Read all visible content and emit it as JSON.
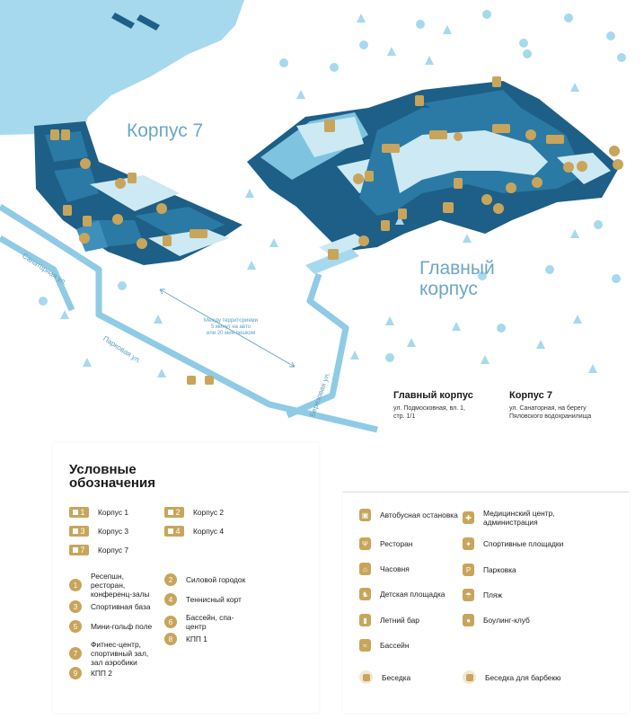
{
  "map": {
    "label_korpus7": "Корпус 7",
    "label_main": [
      "Главный",
      "корпус"
    ],
    "street_sanatornaya": "Санаторная ул.",
    "street_parkovaya": "Парковая ул.",
    "street_berezovaya": "Березовая ул.",
    "transfer_note": [
      "Между территориями",
      "5 минут на авто",
      "или 20 мин пешком"
    ]
  },
  "addresses": [
    {
      "title": "Главный корпус",
      "lines": [
        "ул. Подмосковная, вл. 1,",
        "стр. 1/1"
      ]
    },
    {
      "title": "Корпус 7",
      "lines": [
        "ул. Санаторная, на берегу",
        "Пяловского водохранилища"
      ]
    }
  ],
  "legend": {
    "title": [
      "Условные",
      "обозначения"
    ],
    "buildings": [
      {
        "n": "1",
        "label": "Корпус 1"
      },
      {
        "n": "2",
        "label": "Корпус 2"
      },
      {
        "n": "3",
        "label": "Корпус 3"
      },
      {
        "n": "4",
        "label": "Корпус 4"
      },
      {
        "n": "7",
        "label": "Корпус 7"
      }
    ],
    "numbered": [
      {
        "n": "1",
        "label": "Ресепшн, ресторан, конференц-залы"
      },
      {
        "n": "2",
        "label": "Силовой городок"
      },
      {
        "n": "3",
        "label": "Спортивная база"
      },
      {
        "n": "4",
        "label": "Теннисный корт"
      },
      {
        "n": "5",
        "label": "Мини-гольф поле"
      },
      {
        "n": "6",
        "label": "Бассейн, спа-центр"
      },
      {
        "n": "7",
        "label": "Фитнес-центр, спортивный зал, зал аэробики"
      },
      {
        "n": "8",
        "label": "КПП 1"
      },
      {
        "n": "9",
        "label": "КПП 2"
      }
    ],
    "icons_left": [
      {
        "icon": "bus-icon",
        "label": "Автобусная остановка"
      },
      {
        "icon": "restaurant-icon",
        "label": "Ресторан"
      },
      {
        "icon": "chapel-icon",
        "label": "Часовня"
      },
      {
        "icon": "playground-icon",
        "label": "Детская площадка"
      },
      {
        "icon": "bar-icon",
        "label": "Летний бар"
      },
      {
        "icon": "pool-icon",
        "label": "Бассейн"
      },
      {
        "icon": "gazebo-icon",
        "label": "Беседка"
      }
    ],
    "icons_right": [
      {
        "icon": "medical-icon",
        "label": "Медицинский центр, администрация"
      },
      {
        "icon": "sports-icon",
        "label": "Спортивные площадки"
      },
      {
        "icon": "parking-icon",
        "label": "Парковка"
      },
      {
        "icon": "beach-icon",
        "label": "Пляж"
      },
      {
        "icon": "bowling-icon",
        "label": "Боулинг-клуб"
      },
      {
        "icon": "bbq-gazebo-icon",
        "label": "Беседка для барбекю"
      }
    ]
  },
  "colors": {
    "water": "#a6d9ee",
    "dark": "#1d5f86",
    "mid": "#2b7aa5",
    "light": "#ddf1f9",
    "gold": "#c8a55b"
  }
}
